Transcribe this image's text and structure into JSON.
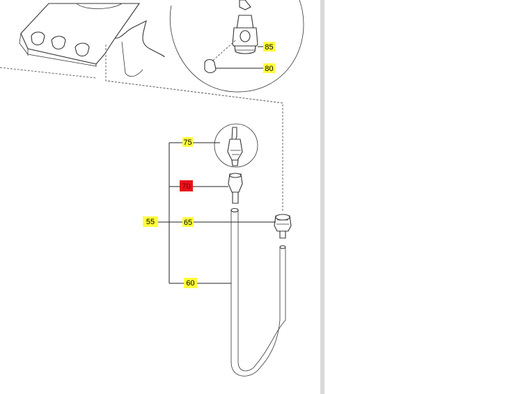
{
  "colors": {
    "callout_highlight": "#ffff3a",
    "callout_selected": "#e8121a",
    "splitter": "#d9d9d9"
  },
  "callouts": {
    "c85": "85",
    "c80": "80",
    "c75": "75",
    "c70": "70",
    "c55": "55",
    "c65": "65",
    "c60": "60"
  }
}
